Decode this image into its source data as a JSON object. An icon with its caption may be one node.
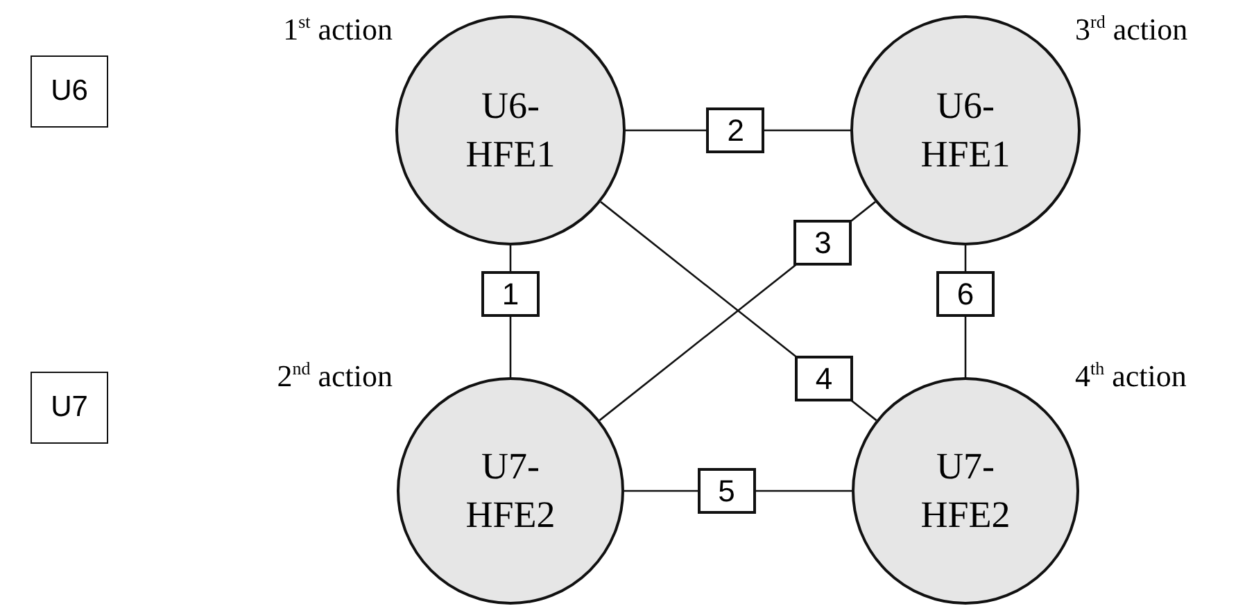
{
  "diagram": {
    "nodes": [
      {
        "text": [
          "U6"
        ]
      },
      {
        "text": [
          "U7"
        ]
      },
      {
        "text": [
          "U6- HFE1"
        ],
        "beside": [
          "1$^{st}$ action"
        ]
      },
      {
        "text": [
          "U6- HFE1"
        ],
        "beside": [
          "3$^{rd}$ action"
        ]
      },
      {
        "text": [
          "U7- HFE2"
        ],
        "beside": [
          "2$^{nd}$ action"
        ]
      },
      {
        "text": [
          "U7- HFE2"
        ],
        "beside": [
          "4$^{th}$ action"
        ]
      }
    ],
    "edges": [
      {
        "from": 2,
        "to": 4,
        "arrow": "none",
        "label": "1"
      },
      {
        "from": 2,
        "to": 3,
        "arrow": "none",
        "label": "2"
      },
      {
        "from": 4,
        "to": 3,
        "arrow": "none",
        "label": "3"
      },
      {
        "from": 2,
        "to": 5,
        "arrow": "none",
        "label": "4"
      },
      {
        "from": 4,
        "to": 5,
        "arrow": "none",
        "label": "5"
      },
      {
        "from": 3,
        "to": 5,
        "arrow": "none",
        "label": "6"
      }
    ]
  }
}
